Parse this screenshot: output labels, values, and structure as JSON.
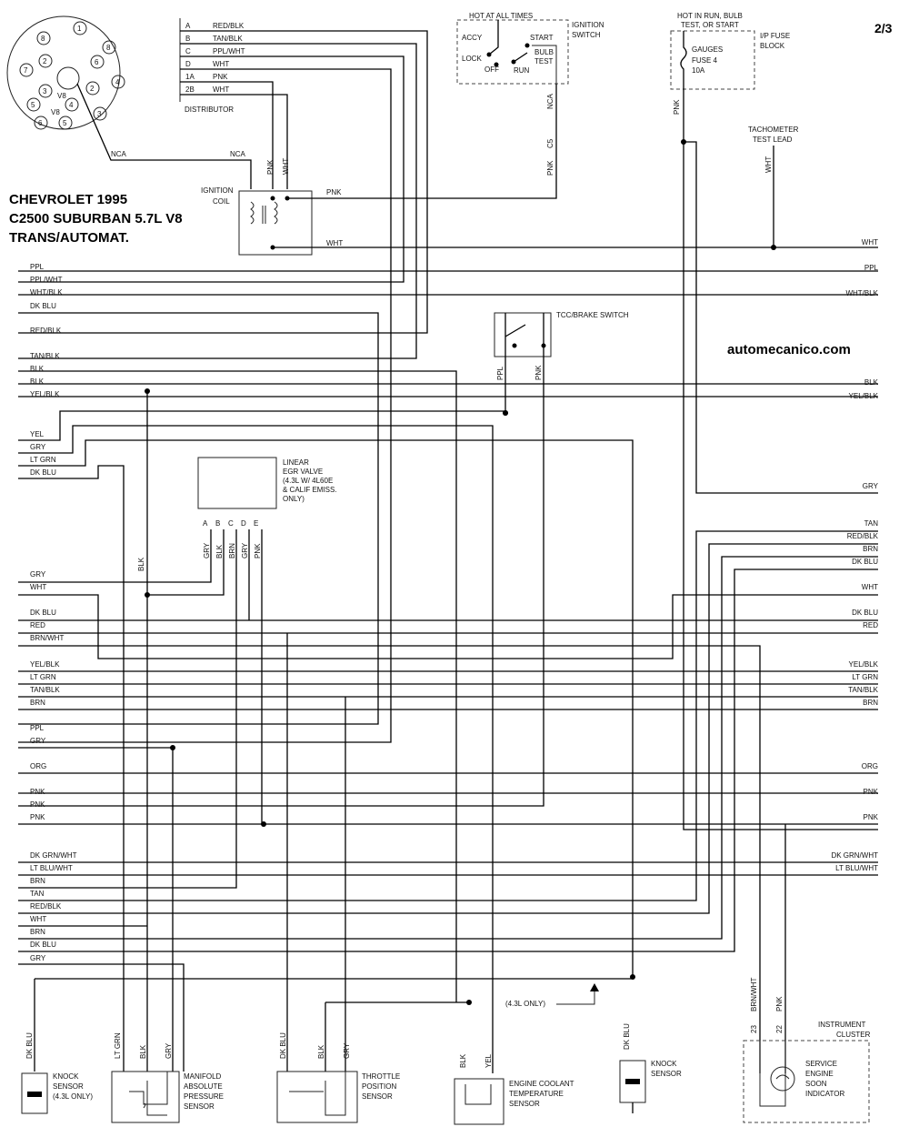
{
  "page_number": "2/3",
  "title_lines": [
    "CHEVROLET 1995",
    "C2500 SUBURBAN 5.7L V8",
    "TRANS/AUTOMAT."
  ],
  "site": "automecanico.com",
  "distributor": {
    "label": "DISTRIBUTOR",
    "pins": [
      {
        "pin": "A",
        "color": "RED/BLK"
      },
      {
        "pin": "B",
        "color": "TAN/BLK"
      },
      {
        "pin": "C",
        "color": "PPL/WHT"
      },
      {
        "pin": "D",
        "color": "WHT"
      },
      {
        "pin": "1A",
        "color": "PNK"
      },
      {
        "pin": "2B",
        "color": "WHT"
      }
    ],
    "cap_numbers": [
      "1",
      "2",
      "3",
      "4",
      "5",
      "6",
      "7",
      "8",
      "V8"
    ],
    "nca": "NCA"
  },
  "ignition_coil": {
    "label1": "IGNITION",
    "label2": "COIL",
    "wire_pnk": "PNK",
    "wire_wht": "WHT",
    "out_pnk": "PNK",
    "out_wht": "WHT"
  },
  "ignition_switch": {
    "header": "HOT AT ALL TIMES",
    "label1": "IGNITION",
    "label2": "SWITCH",
    "positions": [
      "ACCY",
      "LOCK",
      "OFF",
      "START",
      "BULB",
      "TEST",
      "RUN"
    ],
    "wire_nca": "NCA",
    "connector": "C5",
    "wire_pnk": "PNK"
  },
  "fuse_block": {
    "header1": "HOT IN RUN, BULB",
    "header2": "TEST, OR START",
    "label1": "I/P FUSE",
    "label2": "BLOCK",
    "fuse1": "GAUGES",
    "fuse2": "FUSE 4",
    "fuse3": "10A",
    "wire": "PNK"
  },
  "tachometer": {
    "label1": "TACHOMETER",
    "label2": "TEST LEAD",
    "wire": "WHT"
  },
  "tcc_switch": {
    "label": "TCC/BRAKE SWITCH",
    "wire_ppl": "PPL",
    "wire_pnk": "PNK"
  },
  "egr": {
    "label_lines": [
      "LINEAR",
      "EGR VALVE",
      "(4.3L W/ 4L60E",
      "& CALIF EMISS.",
      "ONLY)"
    ],
    "pins": [
      "A",
      "B",
      "C",
      "D",
      "E"
    ],
    "wires": [
      "GRY",
      "BLK",
      "BRN",
      "GRY",
      "PNK"
    ]
  },
  "bus_left": [
    "PPL",
    "PPL/WHT",
    "WHT/BLK",
    "DK BLU",
    "RED/BLK",
    "TAN/BLK",
    "BLK",
    "BLK",
    "YEL/BLK",
    "YEL",
    "GRY",
    "LT GRN",
    "DK BLU",
    "GRY",
    "WHT",
    "DK BLU",
    "RED",
    "BRN/WHT",
    "YEL/BLK",
    "LT GRN",
    "TAN/BLK",
    "BRN",
    "PPL",
    "GRY",
    "ORG",
    "PNK",
    "PNK",
    "PNK",
    "DK GRN/WHT",
    "LT BLU/WHT",
    "BRN",
    "TAN",
    "RED/BLK",
    "WHT",
    "BRN",
    "DK BLU",
    "GRY"
  ],
  "bus_right": [
    "WHT",
    "PPL",
    "WHT/BLK",
    "BLK",
    "YEL/BLK",
    "GRY",
    "TAN",
    "RED/BLK",
    "BRN",
    "DK BLU",
    "WHT",
    "DK BLU",
    "RED",
    "YEL/BLK",
    "LT GRN",
    "TAN/BLK",
    "BRN",
    "ORG",
    "PNK",
    "PNK",
    "DK GRN/WHT",
    "LT BLU/WHT"
  ],
  "vertical_labels": {
    "blk_mid": "BLK",
    "tcc_note": "(4.3L ONLY)"
  },
  "sensors": {
    "knock_left": {
      "label_lines": [
        "KNOCK",
        "SENSOR",
        "(4.3L ONLY)"
      ],
      "wire": "DK BLU"
    },
    "map": {
      "label_lines": [
        "MANIFOLD",
        "ABSOLUTE",
        "PRESSURE",
        "SENSOR"
      ],
      "wires": [
        "LT GRN",
        "BLK",
        "GRY"
      ]
    },
    "tps": {
      "label_lines": [
        "THROTTLE",
        "POSITION",
        "SENSOR"
      ],
      "wires": [
        "DK BLU",
        "BLK",
        "GRY"
      ]
    },
    "ect": {
      "label_lines": [
        "ENGINE COOLANT",
        "TEMPERATURE",
        "SENSOR"
      ],
      "wires": [
        "BLK",
        "YEL"
      ]
    },
    "knock_right": {
      "label_lines": [
        "KNOCK",
        "SENSOR"
      ],
      "wire": "DK BLU"
    },
    "cluster": {
      "label_lines": [
        "INSTRUMENT",
        "CLUSTER"
      ],
      "indicator": [
        "SERVICE",
        "ENGINE",
        "SOON",
        "INDICATOR"
      ],
      "pins": [
        "23",
        "22"
      ],
      "wires": [
        "BRN/WHT",
        "PNK"
      ]
    }
  }
}
